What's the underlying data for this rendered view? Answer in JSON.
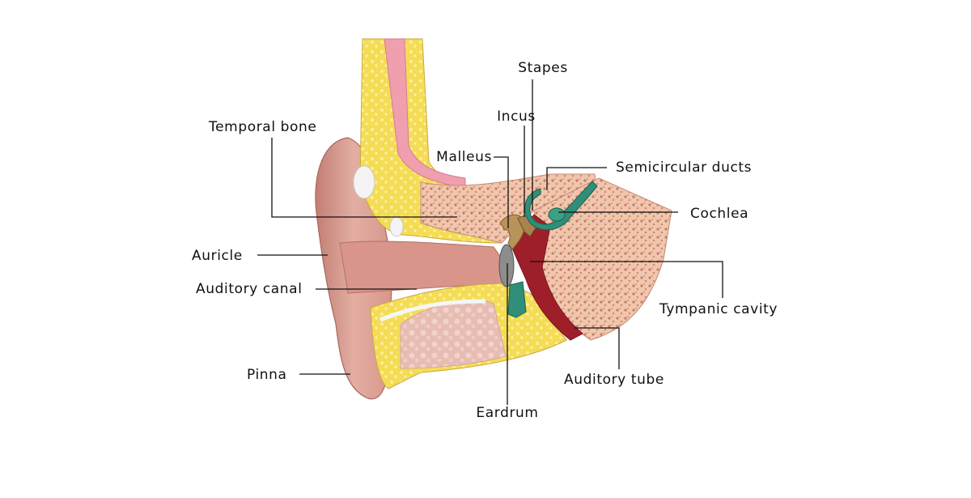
{
  "labels": {
    "stapes": "Stapes",
    "incus": "Incus",
    "temporal_bone": "Temporal bone",
    "malleus": "Malleus",
    "semicircular_ducts": "Semicircular ducts",
    "cochlea": "Cochlea",
    "auricle": "Auricle",
    "auditory_canal": "Auditory canal",
    "tympanic_cavity": "Tympanic cavity",
    "pinna": "Pinna",
    "auditory_tube": "Auditory tube",
    "eardrum": "Eardrum"
  },
  "colors": {
    "background": "#ffffff",
    "skin": "#d99a8e",
    "skin_dark": "#b56e66",
    "bone_yellow": "#f2d84a",
    "bone_pale": "#f3c9a8",
    "spongy_bone": "#e9b8a0",
    "canal_red": "#9c1c24",
    "ossicle_tan": "#b8935a",
    "inner_ear_green": "#2f8f78",
    "tissue_pink": "#e8b9b4",
    "leader_line": "#111111"
  }
}
